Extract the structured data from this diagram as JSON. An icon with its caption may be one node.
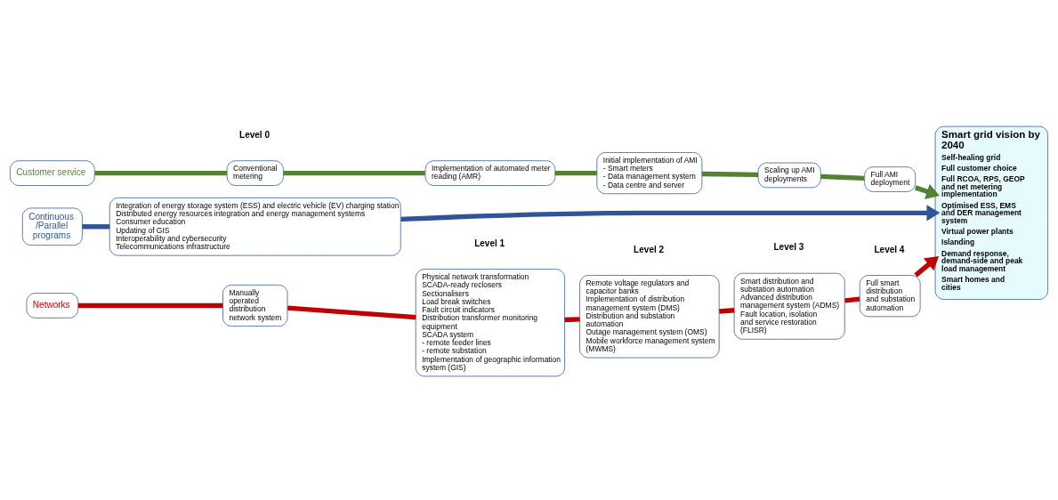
{
  "diagram": {
    "nodes": [
      {
        "text": [
          "Networks"
        ]
      },
      {
        "text": [
          "Manually operated distribution network system"
        ]
      },
      {
        "text": [
          "Physical network transformation",
          "SCADA-ready reclosers",
          "Sectionalisers",
          "Load break switches",
          "Fault circuit indicators",
          "Distribution transformer monitoring equipment",
          "SCADA system",
          "- remote feeder lines",
          "- remote substation",
          "Implementation of geographic information system (GIS)"
        ]
      },
      {
        "text": [
          "Remote voltage regulators and capacitor banks",
          "Implementation of distribution management system (DMS)",
          "Distribution and substation automation",
          "Outage management system (OMS)",
          "Mobile workforce management system (MWMS)"
        ]
      },
      {
        "text": [
          "Smart distribution and substation automation",
          "Advanced distribution management system (ADMS)",
          "Fault location, isolation and service restoration (FLISR)"
        ]
      },
      {
        "text": [
          "Full smart distribution and substation automation"
        ]
      },
      {
        "text": [
          "Customer service"
        ]
      },
      {
        "text": [
          "Conventional metering"
        ]
      },
      {
        "text": [
          "Implementation of automated meter reading (AMR)"
        ]
      },
      {
        "text": [
          "Initial implementation of AMI",
          "- Smart meters",
          "- Data management system",
          "- Data centre and server"
        ]
      },
      {
        "text": [
          "Scaling up AMI deployments"
        ]
      },
      {
        "text": [
          "Full AMI deployment"
        ]
      },
      {
        "text": [
          "Continuous /Parallel programs"
        ]
      },
      {
        "text": [
          "Integration of energy storage system (ESS) and electric vehicle (EV) charging station",
          "Distributed energy resources integration and energy management systems",
          "Consumer education",
          "Updating of GIS",
          "Interoperability and cybersecurity",
          "Telecommunications infrastructure"
        ]
      },
      {
        "text": [
          "Smart grid vision by 2040",
          "Self-healing grid",
          "Full customer choice",
          "Full RCOA, RPS, GEOP and net metering implementation",
          "Optimised ESS, EMS and DER management system",
          "Virtual power plants",
          "Islanding",
          "Demand response, demand-side and peak load management",
          "Smart homes and cities"
        ]
      }
    ],
    "edges": [
      {
        "from": 0,
        "to": 1,
        "arrow": "none",
        "color": "#c00000"
      },
      {
        "from": 1,
        "to": 2,
        "arrow": "none",
        "color": "#c00000"
      },
      {
        "from": 2,
        "to": 3,
        "arrow": "none",
        "color": "#c00000"
      },
      {
        "from": 3,
        "to": 4,
        "arrow": "none",
        "color": "#c00000"
      },
      {
        "from": 4,
        "to": 5,
        "arrow": "none",
        "color": "#c00000"
      },
      {
        "from": 5,
        "to": 14,
        "arrow": "to",
        "color": "#c00000"
      },
      {
        "from": 6,
        "to": 7,
        "arrow": "none",
        "color": "#548235"
      },
      {
        "from": 7,
        "to": 8,
        "arrow": "none",
        "color": "#548235"
      },
      {
        "from": 8,
        "to": 9,
        "arrow": "none",
        "color": "#548235"
      },
      {
        "from": 9,
        "to": 10,
        "arrow": "none",
        "color": "#548235"
      },
      {
        "from": 10,
        "to": 11,
        "arrow": "none",
        "color": "#548235"
      },
      {
        "from": 11,
        "to": 14,
        "arrow": "to",
        "color": "#548235"
      },
      {
        "from": 12,
        "to": 13,
        "arrow": "none",
        "color": "#2f5597"
      },
      {
        "from": 13,
        "to": 14,
        "arrow": "to",
        "color": "#2f5597"
      }
    ],
    "labels": [
      "Level 0",
      "Level 1",
      "Level 2",
      "Level 3",
      "Level 4"
    ]
  }
}
